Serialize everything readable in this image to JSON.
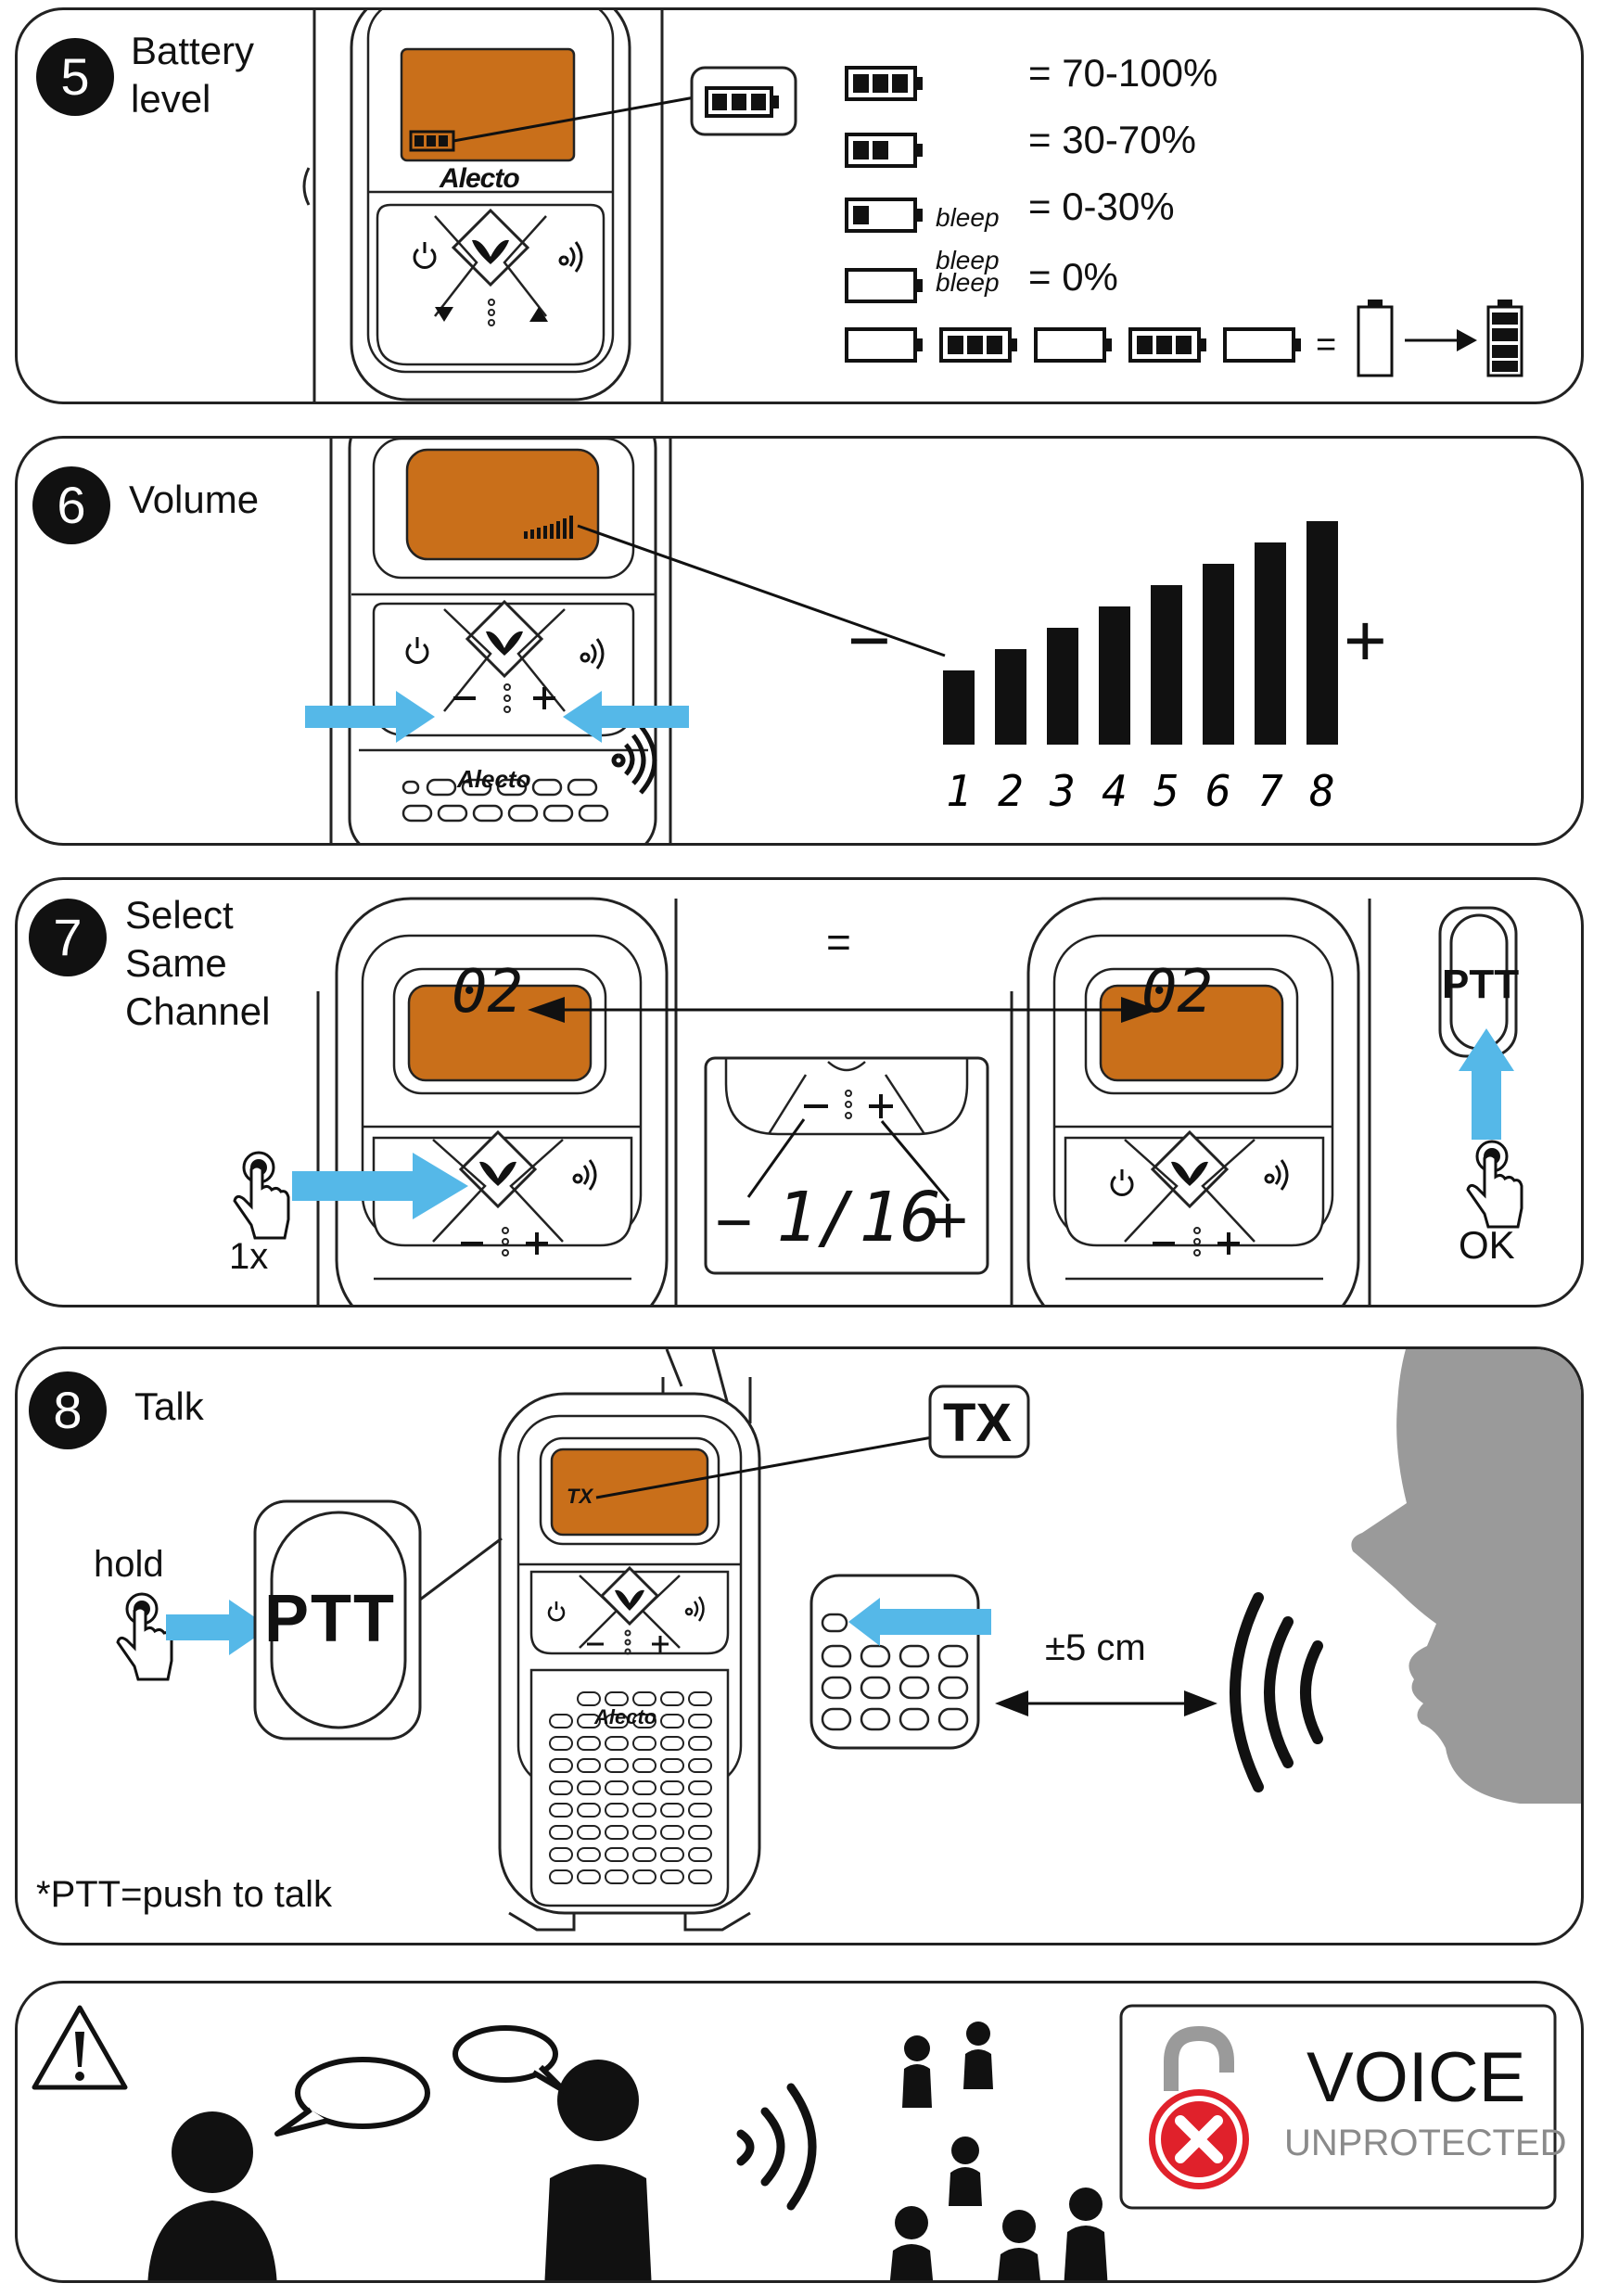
{
  "colors": {
    "lcd": "#c96f1a",
    "arrow": "#55b8e8",
    "gray": "#9a9a9a",
    "red": "#e0212b"
  },
  "battery": {
    "step": "5",
    "title": "Battery\nlevel",
    "brand": "Alecto",
    "rows": [
      {
        "label": "= 70-100%",
        "bars": 3,
        "sound": ""
      },
      {
        "label": "= 30-70%",
        "bars": 2,
        "sound": ""
      },
      {
        "label": "= 0-30%",
        "bars": 1,
        "sound": "bleep"
      },
      {
        "label": "= 0%",
        "bars": 0,
        "sound": "bleep\nbleep"
      }
    ],
    "charging_equals": "="
  },
  "volume": {
    "step": "6",
    "title": "Volume",
    "brand": "Alecto",
    "minus": "−",
    "plus": "+",
    "level_count": 8,
    "levels": [
      "1",
      "2",
      "3",
      "4",
      "5",
      "6",
      "7",
      "8"
    ]
  },
  "channel": {
    "step": "7",
    "title": "Select\nSame\nChannel",
    "display": "02",
    "equals": "=",
    "range": "1/16",
    "press_count": "1x",
    "ptt": "PTT",
    "ok": "OK",
    "minus": "−",
    "plus": "+"
  },
  "talk": {
    "step": "8",
    "title": "Talk",
    "hold": "hold",
    "ptt": "PTT",
    "tx": "TX",
    "tx_small": "TX",
    "distance": "±5 cm",
    "footnote": "*PTT=push to talk",
    "brand": "Alecto",
    "minus": "−",
    "plus": "+"
  },
  "warning": {
    "voice": "VOICE",
    "unprotected": "UNPROTECTED"
  }
}
